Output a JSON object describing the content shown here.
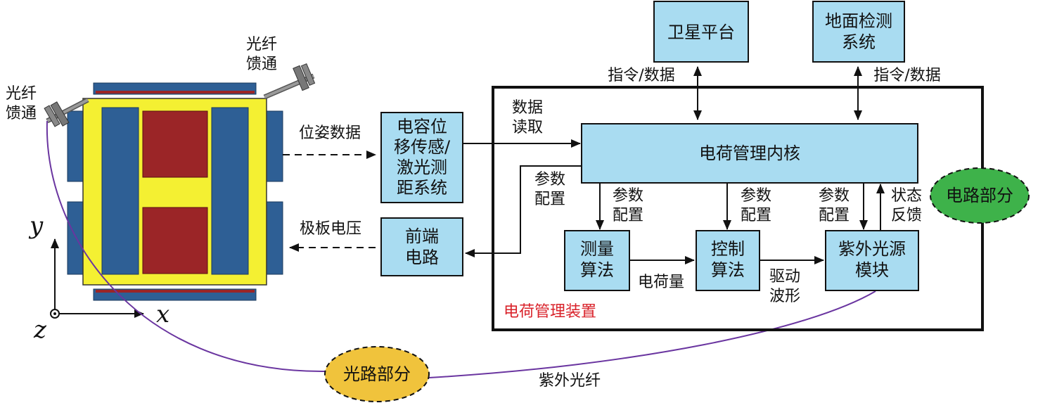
{
  "colors": {
    "box_fill": "#a9dcf1",
    "electric_ellipse": "#3eb24a",
    "optical_ellipse": "#f0c33c",
    "fiber": "#6a35a0",
    "device_label": "#d9222a",
    "sensor_yellow": "#f4f032",
    "electrode_blue": "#2e5f95",
    "electrode_red": "#9b2527"
  },
  "boxes": {
    "satellite_platform": [
      "卫星平台"
    ],
    "ground_test_system": [
      "地面检测",
      "系统"
    ],
    "charge_core": [
      "电荷管理内核"
    ],
    "capacitive_sensor": [
      "电容位",
      "移传感/",
      "激光测",
      "距系统"
    ],
    "front_end_circuit": [
      "前端",
      "电路"
    ],
    "measurement_algorithm": [
      "测量",
      "算法"
    ],
    "control_algorithm": [
      "控制",
      "算法"
    ],
    "uv_light_module": [
      "紫外光源",
      "模块"
    ]
  },
  "labels": {
    "fiber_feedthrough_top": [
      "光纤",
      "馈通"
    ],
    "fiber_feedthrough_left": [
      "光纤",
      "馈通"
    ],
    "command_data_left": "指令/数据",
    "command_data_right": "指令/数据",
    "data_read": [
      "数据",
      "读取"
    ],
    "pose_data": "位姿数据",
    "plate_voltage": "极板电压",
    "param_config_outer": [
      "参数",
      "配置"
    ],
    "param_config_measure": [
      "参数",
      "配置"
    ],
    "param_config_control": [
      "参数",
      "配置"
    ],
    "param_config_uv": [
      "参数",
      "配置"
    ],
    "status_feedback": [
      "状态",
      "反馈"
    ],
    "charge_amount": "电荷量",
    "drive_waveform": [
      "驱动",
      "波形"
    ],
    "charge_device": "电荷管理装置",
    "electric_part": "电路部分",
    "optical_part": "光路部分",
    "uv_fiber": "紫外光纤",
    "axis_x": "x",
    "axis_y": "y",
    "axis_z": "z"
  }
}
